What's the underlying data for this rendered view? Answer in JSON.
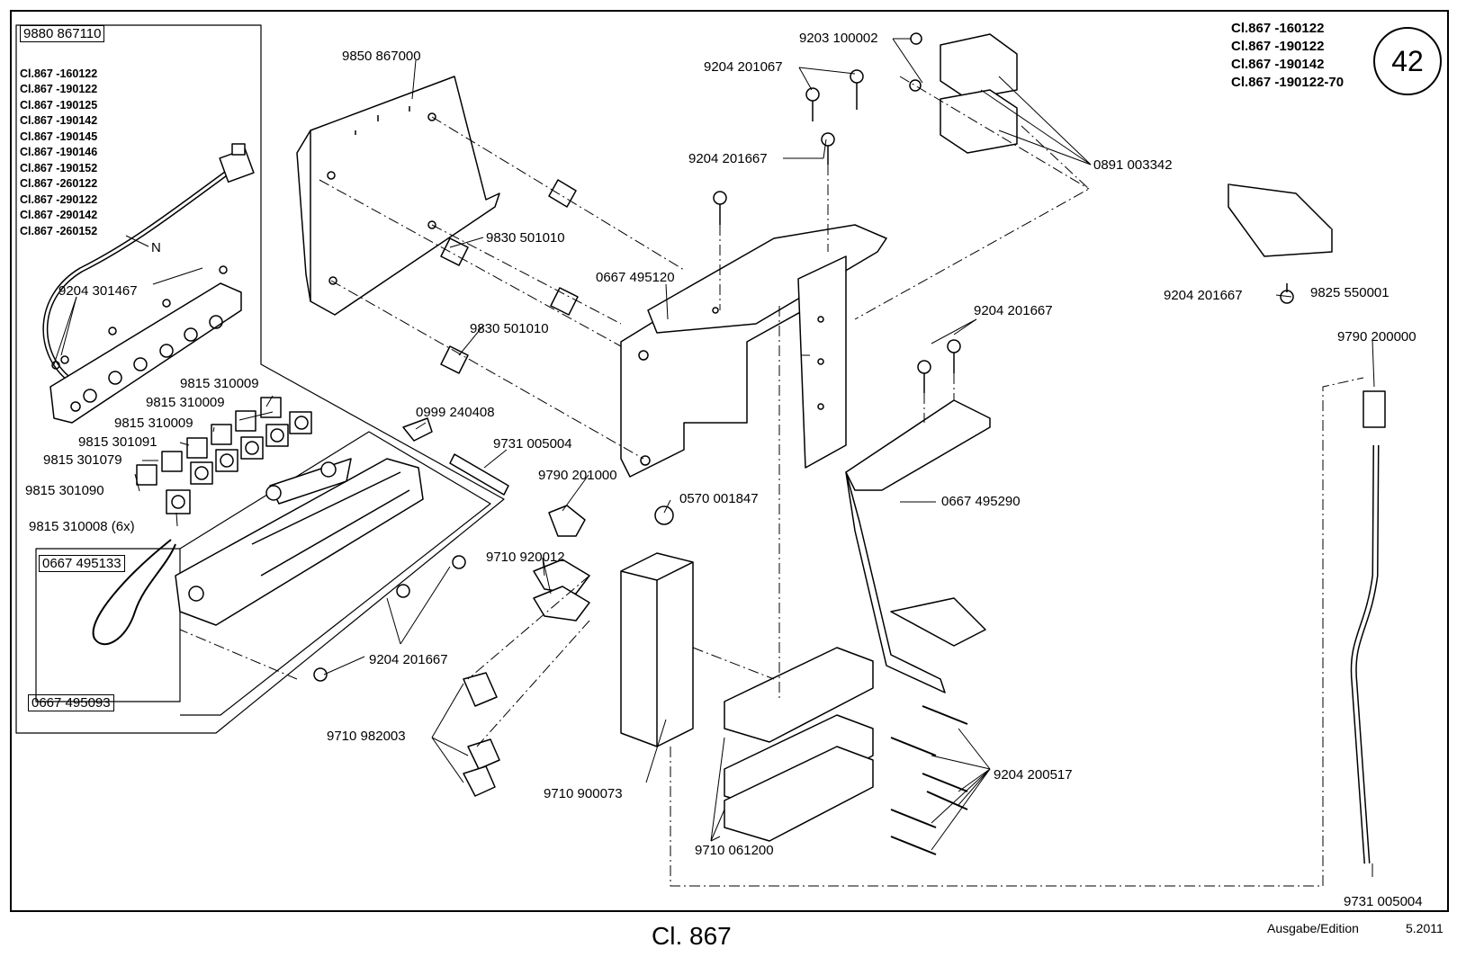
{
  "page": {
    "number": "42",
    "title": "Cl. 867",
    "edition_label": "Ausgabe/Edition",
    "edition_date": "5.2011"
  },
  "models_right": [
    "Cl.867 -160122",
    "Cl.867 -190122",
    "Cl.867 -190142",
    "Cl.867 -190122-70"
  ],
  "models_left": {
    "header": "9880 867110",
    "items": [
      "Cl.867 -160122",
      "Cl.867 -190122",
      "Cl.867 -190125",
      "Cl.867 -190142",
      "Cl.867 -190145",
      "Cl.867 -190146",
      "Cl.867 -190152",
      "Cl.867 -260122",
      "Cl.867 -290122",
      "Cl.867 -290142",
      "Cl.867 -260152"
    ]
  },
  "parts": {
    "p9203_100002": "9203 100002",
    "p9204_201067": "9204 201067",
    "p9850_867000": "9850 867000",
    "p9204_201667_a": "9204 201667",
    "p0891_003342": "0891 003342",
    "p9830_501010_a": "9830 501010",
    "p0667_495120": "0667 495120",
    "p9204_301467": "9204 301467",
    "p9830_501010_b": "9830 501010",
    "p9204_201667_b": "9204 201667",
    "p9825_550001": "9825 550001",
    "p9204_201667_c": "9204 201667",
    "p9790_200000": "9790 200000",
    "p9815_310009_a": "9815 310009",
    "p9815_310009_b": "9815 310009",
    "p0999_240408": "0999 240408",
    "p9815_310009_c": "9815 310009",
    "p9815_301091": "9815 301091",
    "p9731_005004_a": "9731 005004",
    "p9815_301079": "9815 301079",
    "p9790_201000": "9790 201000",
    "p9815_301090": "9815 301090",
    "p0667_495290": "0667 495290",
    "p0570_001847": "0570 001847",
    "p9815_310008": "9815 310008 (6x)",
    "p0667_495133": "0667 495133",
    "p9710_920012": "9710 920012",
    "p9204_201667_d": "9204 201667",
    "p0667_495093": "0667 495093",
    "p9710_982003": "9710 982003",
    "p9204_200517": "9204 200517",
    "p9710_900073": "9710 900073",
    "p9710_061200": "9710 061200",
    "p9731_005004_b": "9731 005004",
    "label_N": "N"
  }
}
